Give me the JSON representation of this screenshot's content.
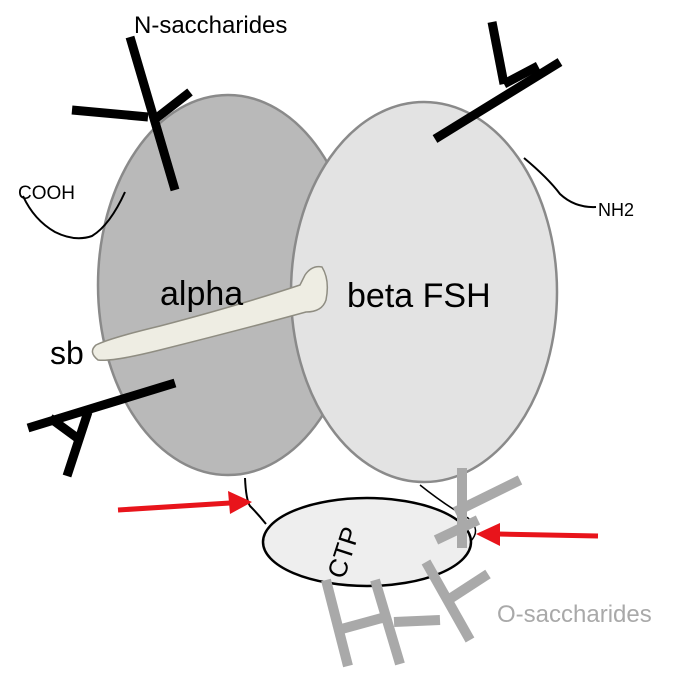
{
  "labels": {
    "n_saccharides": "N-saccharides",
    "cooh": "COOH",
    "nh2": "NH2",
    "alpha": "alpha",
    "beta": "beta FSH",
    "sb": "sb",
    "ctp": "CTP",
    "o_saccharides": "O-saccharides"
  },
  "colors": {
    "alpha_fill": "#b9b9b9",
    "beta_fill": "#e3e3e3",
    "subunit_outline": "#8a8a8a",
    "n_glycan": "#000000",
    "o_glycan": "#a9a9a9",
    "arrow": "#e8141b",
    "seatbelt_fill": "#eeede3",
    "o_label": "#a9a9a9"
  }
}
